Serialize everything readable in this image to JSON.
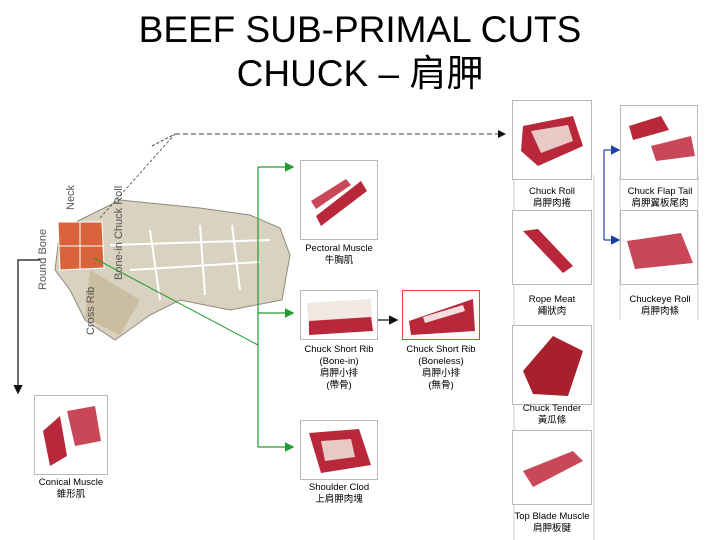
{
  "title": {
    "line1": "BEEF SUB-PRIMAL CUTS",
    "line2": "CHUCK – 肩胛"
  },
  "carcass_labels": {
    "neck": "Neck",
    "bone_in_chuck_roll": "Bone-in Chuck Roll",
    "round_bone": "Round Bone",
    "cross_rib": "Cross Rib"
  },
  "cuts": {
    "chuck_roll": {
      "en": "Chuck Roll",
      "zh": "肩胛肉捲"
    },
    "chuck_flap_tail": {
      "en": "Chuck Flap Tail",
      "zh": "肩胛翼板尾肉"
    },
    "pectoral_muscle": {
      "en": "Pectoral Muscle",
      "zh": "牛胸肌"
    },
    "rope_meat": {
      "en": "Rope Meat",
      "zh": "繩狀肉"
    },
    "chuckeye_roll": {
      "en": "Chuckeye Roll",
      "zh": "肩胛肉條"
    },
    "chuck_short_rib_bone_in": {
      "en1": "Chuck Short Rib",
      "en2": "(Bone-in)",
      "zh1": "肩胛小排",
      "zh2": "(帶骨)"
    },
    "chuck_short_rib_boneless": {
      "en1": "Chuck Short Rib",
      "en2": "(Boneless)",
      "zh1": "肩胛小排",
      "zh2": "(無骨)"
    },
    "chuck_tender": {
      "en": "Chuck Tender",
      "zh": "黃瓜條"
    },
    "conical_muscle": {
      "en": "Conical Muscle",
      "zh": "錐形肌"
    },
    "shoulder_clod": {
      "en": "Shoulder Clod",
      "zh": "上肩胛肉塊"
    },
    "top_blade_muscle": {
      "en": "Top Blade Muscle",
      "zh": "肩胛板腱"
    }
  },
  "colors": {
    "arrow_green": "#1e9b2a",
    "arrow_black": "#111111",
    "arrow_blue": "#1f3fa8",
    "card_red": "#e04a2a",
    "meat": "#b8283a",
    "fat": "#f2dede"
  }
}
